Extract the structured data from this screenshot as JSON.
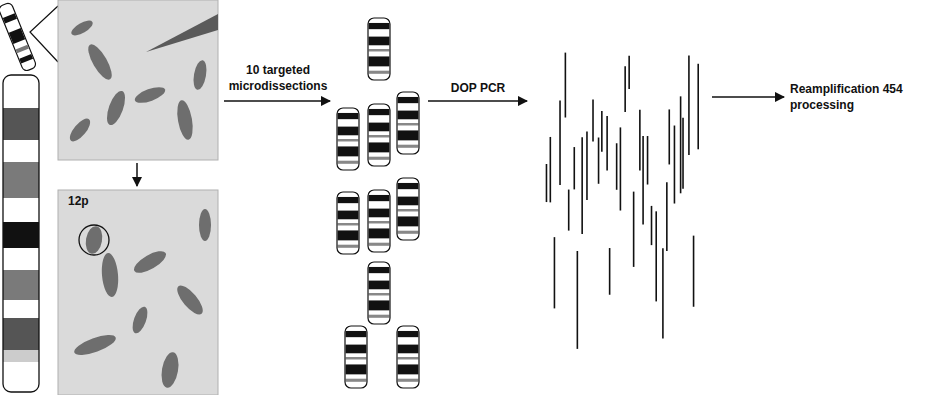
{
  "diagram": {
    "labels": [
      "12p",
      "10 targeted microdissections",
      "DOP PCR",
      "Reamplification 454 processing"
    ]
  }
}
